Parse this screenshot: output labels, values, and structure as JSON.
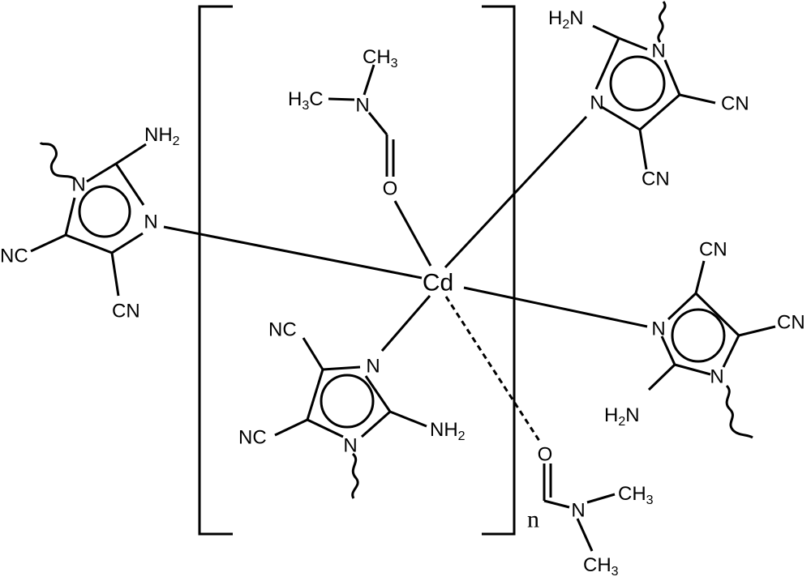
{
  "diagram": {
    "metal": "Cd",
    "repeat_label": "n",
    "ligands": {
      "left_imidazole": {
        "n_top": "N",
        "n_right": "N",
        "nh2": "NH",
        "nh2_sub": "2",
        "cn_left": "NC",
        "cn_bottom": "CN"
      },
      "bottom_imidazole": {
        "n_top": "N",
        "n_bottom": "N",
        "nh2": "NH",
        "nh2_sub": "2",
        "cn_top": "NC",
        "cn_left": "NC"
      },
      "top_right_imidazole": {
        "n_top": "N",
        "n_left": "N",
        "nh2_h": "H",
        "nh2_sub": "2",
        "nh2_n": "N",
        "cn_right": "CN",
        "cn_bottom": "CN"
      },
      "bottom_right_imidazole": {
        "n_left": "N",
        "n_bottom": "N",
        "nh2_h": "H",
        "nh2_sub": "2",
        "nh2_n": "N",
        "cn_top": "CN",
        "cn_right": "CN"
      },
      "dmf_top": {
        "ch3_top": "CH",
        "ch3_top_sub": "3",
        "h3c_h": "H",
        "h3c_sub": "3",
        "h3c_c": "C",
        "n": "N",
        "o": "O"
      },
      "dmf_bottom": {
        "o": "O",
        "n": "N",
        "ch3_right": "CH",
        "ch3_right_sub": "3",
        "ch3_bottom": "CH",
        "ch3_bottom_sub": "3"
      }
    }
  }
}
